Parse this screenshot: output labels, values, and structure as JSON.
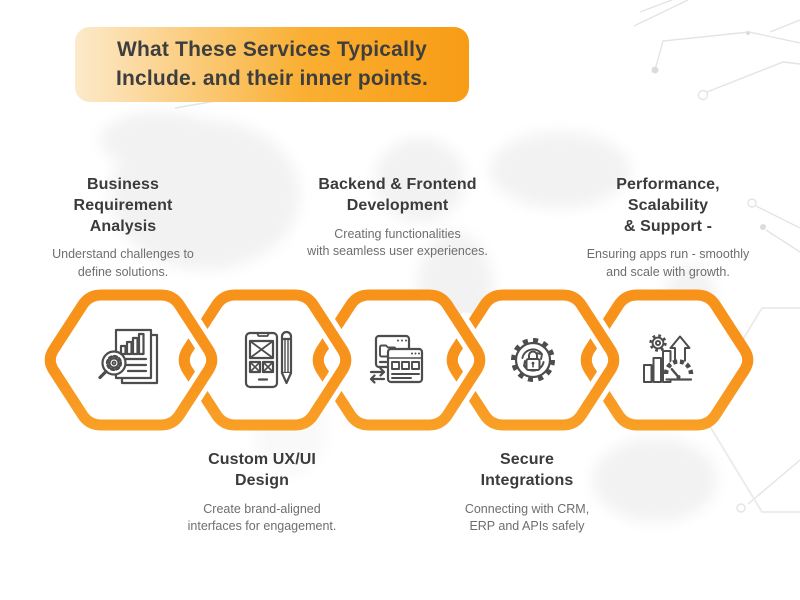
{
  "title_banner": {
    "text": "What These Services Typically\nInclude. and their inner points."
  },
  "colors": {
    "accent_orange_top": "#F7921B",
    "accent_orange_bottom": "#FCB033",
    "banner_gradient_start": "#FCEACB",
    "banner_gradient_end": "#F89C15",
    "heading_text": "#3B3B3B",
    "body_text": "#6E6E6E",
    "icon_stroke": "#4D4D4D"
  },
  "services": [
    {
      "id": "business-requirement-analysis",
      "position": "top",
      "title": "Business\nRequirement\nAnalysis",
      "description": "Understand challenges to\ndefine solutions.",
      "icon": "document-analysis-icon"
    },
    {
      "id": "custom-ux-ui-design",
      "position": "bottom",
      "title": "Custom UX/UI\nDesign",
      "description": "Create brand-aligned\ninterfaces for engagement.",
      "icon": "wireframe-pencil-icon"
    },
    {
      "id": "backend-frontend-development",
      "position": "top",
      "title": "Backend & Frontend\nDevelopment",
      "description": "Creating functionalities\nwith seamless user experiences.",
      "icon": "browser-windows-icon"
    },
    {
      "id": "secure-integrations",
      "position": "bottom",
      "title": "Secure\nIntegrations",
      "description": "Connecting with CRM,\nERP and APIs safely",
      "icon": "gear-lock-icon"
    },
    {
      "id": "performance-scalability-support",
      "position": "top",
      "title": "Performance,\nScalability\n& Support -",
      "description": "Ensuring apps run - smoothly\nand scale with growth.",
      "icon": "performance-gauge-icon"
    }
  ]
}
